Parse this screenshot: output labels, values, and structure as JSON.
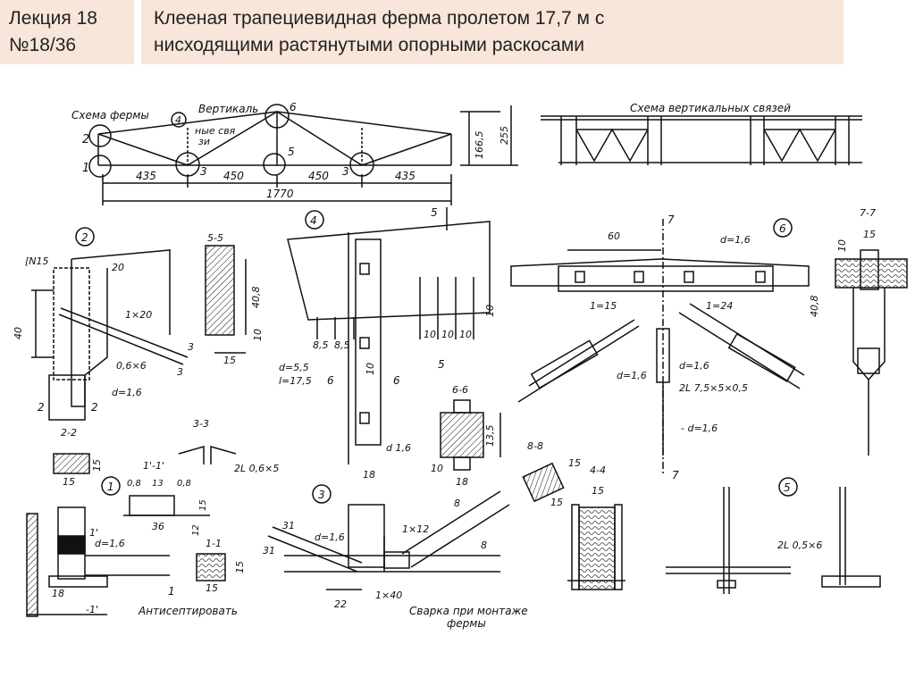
{
  "header": {
    "lecture_line1": "Лекция 18",
    "lecture_line2": "№18/36",
    "title_line1": "Клееная трапециевидная ферма пролетом 17,7 м с",
    "title_line2": "нисходящими растянутыми опорными раскосами"
  },
  "drawing": {
    "truss": {
      "scheme_label": "Схема фермы",
      "vertical_label": "Вертикаль",
      "ties_label_1": "ные свя",
      "ties_label_2": "зи",
      "node_1": "1",
      "node_2": "2",
      "node_3a": "3",
      "node_3b": "3",
      "node_4": "4",
      "node_5": "5",
      "node_6": "6",
      "dim_435a": "435",
      "dim_450a": "450",
      "dim_450b": "450",
      "dim_435b": "435",
      "dim_1770": "1770",
      "dim_1665": "166,5",
      "dim_255": "255"
    },
    "bracing": {
      "label": "Схема вертикальных связей"
    },
    "detail2": {
      "marker": "2",
      "channel": "[N15",
      "d20": "20",
      "d40": "40",
      "plate": "1×20",
      "angle": "0,6×6",
      "d16": "d=1,6",
      "cut_a": "2",
      "cut_b": "2",
      "cut_3": "3",
      "cut_3b": "3",
      "sec_title": "2-2",
      "sec_15a": "15",
      "sec_15b": "15"
    },
    "section55": {
      "title": "5-5",
      "d408": "40,8",
      "d10": "10",
      "d15": "15",
      "d55": "d=5,5",
      "l175": "l=17,5"
    },
    "detail4": {
      "marker": "4",
      "d85a": "8,5",
      "d85b": "8,5",
      "d10a": "10",
      "d10b": "10",
      "d10c": "10",
      "d10r": "10",
      "d10m": "10",
      "d16": "d 1,6",
      "d18": "18",
      "cut6a": "6",
      "cut6b": "6",
      "cut5": "5",
      "cut5b": "5"
    },
    "section66": {
      "title": "6-6",
      "d135": "13,5",
      "d10": "10",
      "d18": "18"
    },
    "detail6": {
      "marker": "6",
      "d60": "60",
      "cut7": "7",
      "cut7b": "7",
      "d16top": "d=1,6",
      "plate15": "1=15",
      "plate24": "1=24",
      "d16l": "d=1,6",
      "d16r": "d=1,6",
      "angle": "2L 7,5×5×0,5",
      "d408": "40,8",
      "d16b": "- d=1,6"
    },
    "section77": {
      "title": "7-7",
      "d15": "15",
      "d10": "10"
    },
    "section33": {
      "title": "3-3",
      "angle": "2L 0,6×5"
    },
    "detail1": {
      "marker": "1",
      "sec11p": "1'-1'",
      "d08a": "0,8",
      "d13": "13",
      "d08b": "0,8",
      "d36": "36",
      "d12": "12",
      "d15v": "15",
      "cut1p": "1'",
      "d16": "d=1,6",
      "d18": "18",
      "d11": "-1'",
      "antisep": "Антисептировать",
      "sec11": "1-1",
      "sec11_15a": "15",
      "sec11_15b": "15",
      "cut1": "1"
    },
    "section88": {
      "title": "8-8",
      "d15a": "15",
      "d15b": "15"
    },
    "detail3": {
      "marker": "3",
      "d31a": "31",
      "d31b": "31",
      "d16": "d=1,6",
      "p12": "1×12",
      "p40": "1×40",
      "d22": "22",
      "d8a": "8",
      "d8b": "8",
      "weld_1": "Сварка при монтаже",
      "weld_2": "фермы"
    },
    "section44": {
      "title": "4-4",
      "d15": "15"
    },
    "detail5": {
      "marker": "5",
      "angle": "2L 0,5×6"
    }
  }
}
